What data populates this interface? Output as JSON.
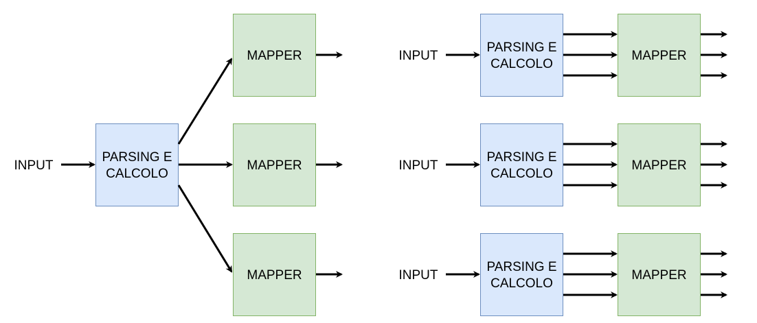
{
  "colors": {
    "parser_fill": "#dae8fc",
    "parser_stroke": "#6c8ebf",
    "mapper_fill": "#d5e8d4",
    "mapper_stroke": "#82b366",
    "arrow": "#000000"
  },
  "left_diagram": {
    "input_label": "INPUT",
    "parser": {
      "line1": "PARSING E",
      "line2": "CALCOLO"
    },
    "mappers": [
      "MAPPER",
      "MAPPER",
      "MAPPER"
    ]
  },
  "right_diagram": {
    "pipelines": [
      {
        "input_label": "INPUT",
        "parser": {
          "line1": "PARSING E",
          "line2": "CALCOLO"
        },
        "mapper": "MAPPER"
      },
      {
        "input_label": "INPUT",
        "parser": {
          "line1": "PARSING E",
          "line2": "CALCOLO"
        },
        "mapper": "MAPPER"
      },
      {
        "input_label": "INPUT",
        "parser": {
          "line1": "PARSING E",
          "line2": "CALCOLO"
        },
        "mapper": "MAPPER"
      }
    ]
  }
}
